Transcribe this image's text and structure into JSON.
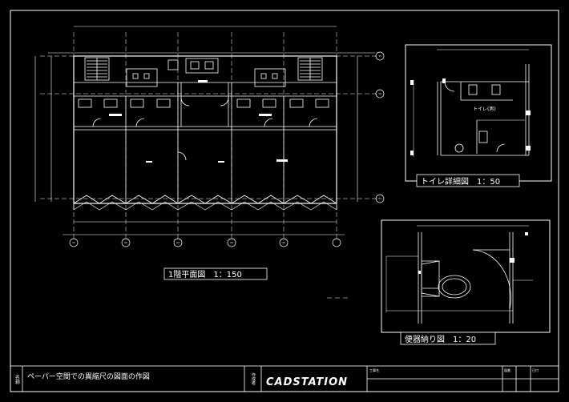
{
  "drawing": {
    "title": "ペーパー空間での異縮尺の図面の作図",
    "brand": "CADSTATION",
    "title_block": {
      "label_name": "名称",
      "label_author": "作成者",
      "cell_project": "工事名",
      "cell_no": "図番",
      "cell_date": "日付"
    }
  },
  "views": {
    "floor_plan": {
      "label": "1階平面図　1：150"
    },
    "toilet_detail": {
      "label": "トイレ詳細図　1：50",
      "room_label": "トイレ(男)"
    },
    "fixture_detail": {
      "label": "便器納り図　1：20"
    }
  },
  "grid": {
    "columns": [
      "X1",
      "X2",
      "X3",
      "X4",
      "X5"
    ],
    "rows": [
      "Y3",
      "Y2",
      "Y1"
    ]
  },
  "colors": {
    "background": "#000000",
    "lines": "#ffffff"
  }
}
